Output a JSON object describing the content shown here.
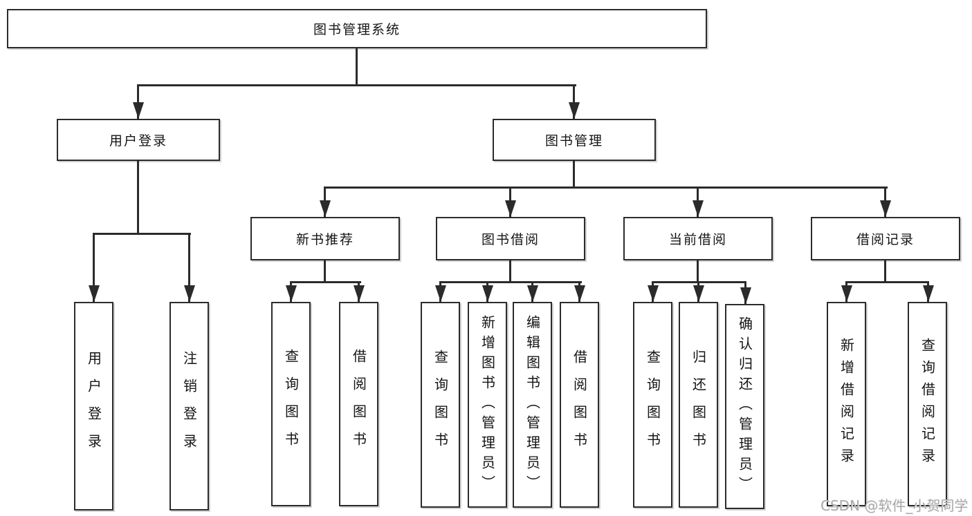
{
  "tree": {
    "root": "图书管理系统",
    "login": {
      "label": "用户登录",
      "children": [
        "用户登录",
        "注销登录"
      ]
    },
    "mgmt": {
      "label": "图书管理",
      "groups": [
        {
          "label": "新书推荐",
          "children": [
            "查询图书",
            "借阅图书"
          ]
        },
        {
          "label": "图书借阅",
          "children": [
            "查询图书",
            "新增图书（管理员）",
            "编辑图书（管理员）",
            "借阅图书"
          ]
        },
        {
          "label": "当前借阅",
          "children": [
            "查询图书",
            "归还图书",
            "确认归还（管理员）"
          ]
        },
        {
          "label": "借阅记录",
          "children": [
            "新增借阅记录",
            "查询借阅记录"
          ]
        }
      ]
    }
  },
  "watermark": "CSDN @软件_小贺同学",
  "colors": {
    "line": "#2b2b2b",
    "box_border": "#2b2b2b",
    "box_background": "#ffffff",
    "text": "#141414",
    "watermark_text": "#a9a9a9",
    "page_background": "#ffffff"
  }
}
